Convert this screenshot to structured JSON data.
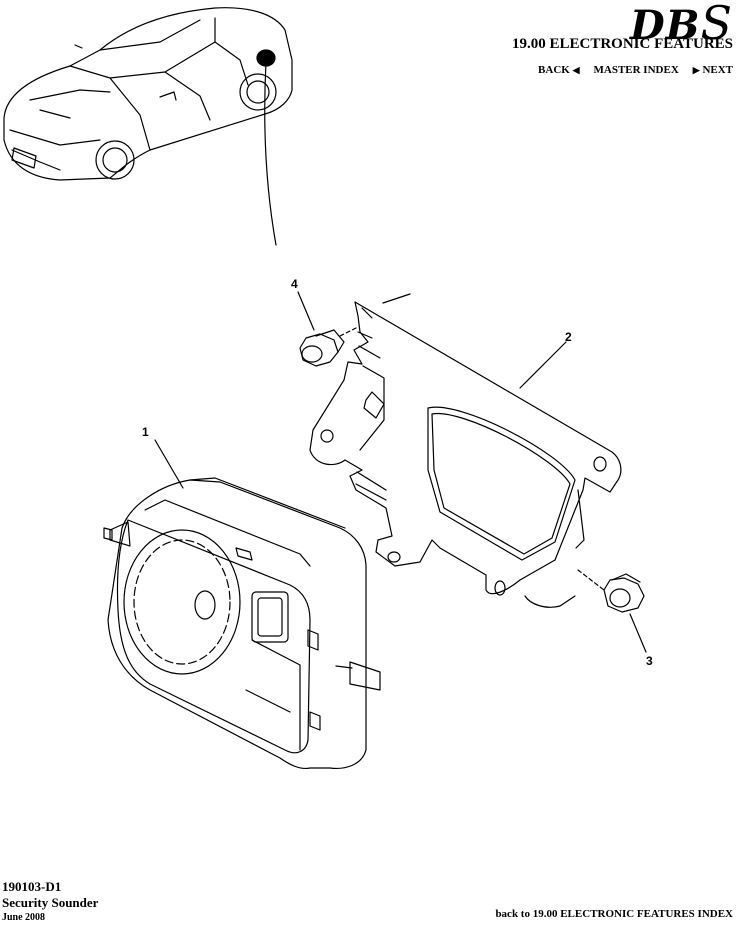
{
  "header": {
    "logo_main": "DB",
    "logo_accent": "S",
    "section_title": "19.00 ELECTRONIC FEATURES"
  },
  "nav": {
    "back": "BACK",
    "master_index": "MASTER INDEX",
    "next": "NEXT"
  },
  "callouts": [
    "1",
    "2",
    "3",
    "4"
  ],
  "footer": {
    "code": "190103-D1",
    "name": "Security Sounder",
    "date": "June 2008",
    "back_link": "back to 19.00 ELECTRONIC FEATURES INDEX"
  }
}
